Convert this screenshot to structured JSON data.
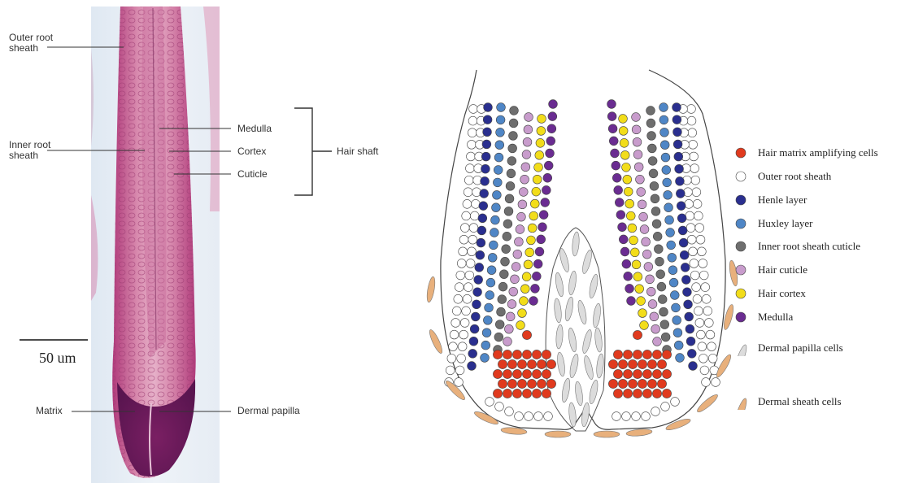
{
  "left_panel": {
    "labels": {
      "outer_root_sheath": "Outer root sheath",
      "inner_root_sheath": "Inner root sheath",
      "medulla": "Medulla",
      "cortex": "Cortex",
      "cuticle": "Cuticle",
      "hair_shaft": "Hair shaft",
      "matrix": "Matrix",
      "dermal_papilla": "Dermal papilla"
    },
    "scale_bar": "50 um"
  },
  "right_panel": {
    "legend": [
      {
        "label": "Hair matrix amplifying cells",
        "color": "#e03a1e",
        "shape": "circle"
      },
      {
        "label": "Outer root sheath",
        "color": "#ffffff",
        "shape": "circle"
      },
      {
        "label": "Henle layer",
        "color": "#2a2f8f",
        "shape": "circle"
      },
      {
        "label": "Huxley layer",
        "color": "#4f86c6",
        "shape": "circle"
      },
      {
        "label": "Inner root sheath cuticle",
        "color": "#6e6e6e",
        "shape": "circle"
      },
      {
        "label": "Hair cuticle",
        "color": "#c89ccc",
        "shape": "circle"
      },
      {
        "label": "Hair cortex",
        "color": "#f2dd1a",
        "shape": "circle"
      },
      {
        "label": "Medulla",
        "color": "#6a2c91",
        "shape": "circle"
      },
      {
        "label": "Dermal papilla cells",
        "color": "#dcdcdc",
        "shape": "spindle"
      },
      {
        "label": "Dermal sheath cells",
        "color": "#e8b07c",
        "shape": "spindle"
      }
    ]
  }
}
